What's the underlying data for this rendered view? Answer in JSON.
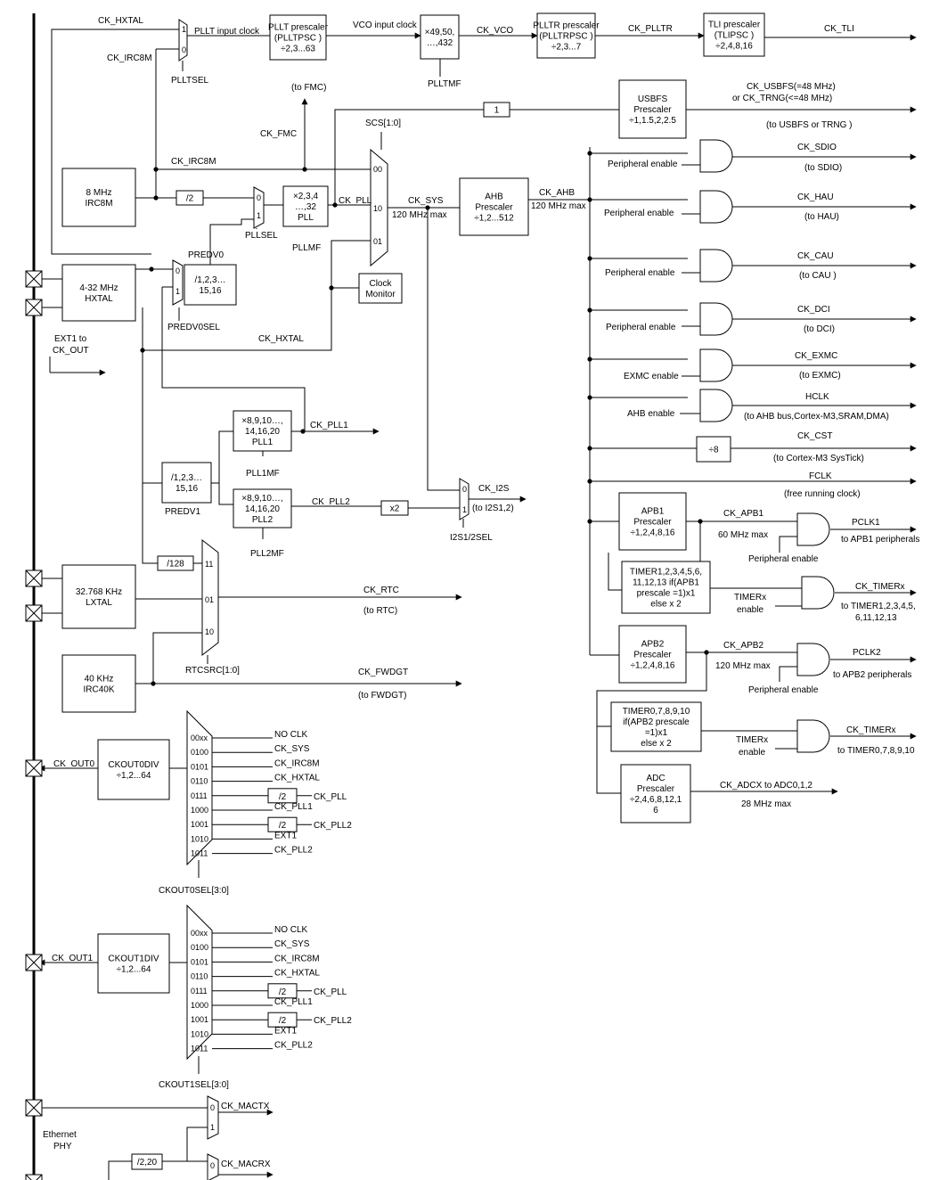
{
  "signals": {
    "ck_hxtal_top": "CK_HXTAL",
    "ck_irc8m_a": "CK_IRC8M",
    "pllt_input": "PLLT input clock",
    "vco_input": "VCO input clock",
    "ck_vco": "CK_VCO",
    "ck_plltr": "CK_PLLTR",
    "ck_tli": "CK_TLI",
    "plltsel": "PLLTSEL",
    "plltmf": "PLLTMF",
    "to_fmc": "(to FMC)",
    "ck_fmc": "CK_FMC",
    "ck_irc8m_b": "CK_IRC8M",
    "scs": "SCS[1:0]",
    "ck_pll": "CK_PLL",
    "ck_sys": "CK_SYS",
    "sys_max": "120 MHz max",
    "ck_ahb": "CK_AHB",
    "ahb_max": "120 MHz max",
    "pllsel": "PLLSEL",
    "pllmf": "PLLMF",
    "predv0": "PREDV0",
    "predv0sel": "PREDV0SEL",
    "ext1_a": "EXT1 to",
    "ext1_b": "CK_OUT",
    "ck_hxtal_b": "CK_HXTAL",
    "ck_pll1": "CK_PLL1",
    "pll1mf": "PLL1MF",
    "predv1": "PREDV1",
    "ck_pll2": "CK_PLL2",
    "pll2mf": "PLL2MF",
    "ck_i2s": "CK_I2S",
    "to_i2s": "(to I2S1,2)",
    "i2ssel": "I2S1/2SEL",
    "ck_rtc": "CK_RTC",
    "to_rtc": "(to RTC)",
    "rtcsrc": "RTCSRC[1:0]",
    "ck_fwdgt": "CK_FWDGT",
    "to_fwdgt": "(to FWDGT)",
    "ck_out0": "CK_OUT0",
    "ckout0sel": "CKOUT0SEL[3:0]",
    "ck_out1": "CK_OUT1",
    "ckout1sel": "CKOUT1SEL[3:0]",
    "ck_mactx": "CK_MACTX",
    "ck_macrx": "CK_MACRX",
    "eth_a": "Ethernet",
    "eth_b": "PHY",
    "usbfs_out_a": "CK_USBFS(=48 MHz)",
    "usbfs_out_b": "or CK_TRNG(<=48 MHz)",
    "to_usbfs": "(to USBFS or TRNG )",
    "ck_sdio": "CK_SDIO",
    "to_sdio": "(to SDIO)",
    "ck_hau": "CK_HAU",
    "to_hau": "(to HAU)",
    "ck_cau": "CK_CAU",
    "to_cau": "(to CAU )",
    "ck_dci": "CK_DCI",
    "to_dci": "(to DCI)",
    "ck_exmc": "CK_EXMC",
    "to_exmc": "(to EXMC)",
    "hclk": "HCLK",
    "to_ahb": "(to AHB bus,Cortex-M3,SRAM,DMA)",
    "ck_cst": "CK_CST",
    "to_cortex": "(to Cortex-M3 SysTick)",
    "fclk": "FCLK",
    "free_run": "(free running clock)",
    "pe_sdio": "Peripheral enable",
    "pe_hau": "Peripheral enable",
    "pe_cau": "Peripheral enable",
    "pe_dci": "Peripheral enable",
    "exmc_en": "EXMC enable",
    "ahb_en": "AHB enable",
    "ck_apb1": "CK_APB1",
    "apb1_max": "60 MHz max",
    "pclk1": "PCLK1",
    "to_apb1": "to APB1 peripherals",
    "pe_apb1": "Peripheral enable",
    "timerx_en1a": "TIMERx",
    "timerx_en1b": "enable",
    "ck_timerx1": "CK_TIMERx",
    "to_timer1a": "to TIMER1,2,3,4,5,",
    "to_timer1b": "6,11,12,13",
    "ck_apb2": "CK_APB2",
    "apb2_max": "120 MHz max",
    "pclk2": "PCLK2",
    "to_apb2": "to APB2 peripherals",
    "pe_apb2": "Peripheral enable",
    "timerx_en2a": "TIMERx",
    "timerx_en2b": "enable",
    "ck_timerx2": "CK_TIMERx",
    "to_timer2": "to TIMER0,7,8,9,10",
    "ck_adcx": "CK_ADCX to ADC0,1,2",
    "adc_max": "28 MHz max"
  },
  "blocks": {
    "pllt_psc": [
      "PLLT prescaler",
      "(PLLTPSC )",
      "÷2,3...63"
    ],
    "plltmf_box": [
      "×49,50,",
      "…,432"
    ],
    "plltr_psc": [
      "PLLTR prescaler",
      "(PLLTRPSC )",
      "÷2,3...7"
    ],
    "tli_psc": [
      "TLI prescaler",
      "(TLIPSC )",
      "÷2,4,8,16"
    ],
    "usbfs_psc": [
      "USBFS",
      "Prescaler",
      "÷1,1.5,2,2.5"
    ],
    "one": "1",
    "irc8m": [
      "8 MHz",
      "IRC8M"
    ],
    "div2": "/2",
    "pll": [
      "×2,3,4",
      "…,32",
      "PLL"
    ],
    "ahb_psc": [
      "AHB",
      "Prescaler",
      "÷1,2...512"
    ],
    "hxtal": [
      "4-32 MHz",
      "HXTAL"
    ],
    "predv0_box": [
      "/1,2,3…",
      "15,16"
    ],
    "clock_monitor": [
      "Clock",
      "Monitor"
    ],
    "pll1": [
      "×8,9,10…,",
      "14,16,20",
      "PLL1"
    ],
    "predv1_box": [
      "/1,2,3…",
      "15,16"
    ],
    "pll2": [
      "×8,9,10…,",
      "14,16,20",
      "PLL2"
    ],
    "x2": "x2",
    "div128": "/128",
    "lxtal": [
      "32.768 KHz",
      "LXTAL"
    ],
    "irc40k": [
      "40 KHz",
      "IRC40K"
    ],
    "div8": "÷8",
    "apb1_psc": [
      "APB1",
      "Prescaler",
      "÷1,2,4,8,16"
    ],
    "timer1_box": [
      "TIMER1,2,3,4,5,6,",
      "11,12,13 if(APB1",
      "prescale =1)x1",
      "else x 2"
    ],
    "apb2_psc": [
      "APB2",
      "Prescaler",
      "÷1,2,4,8,16"
    ],
    "timer0_box": [
      "TIMER0,7,8,9,10",
      "if(APB2 prescale",
      "=1)x1",
      "else x 2"
    ],
    "adc_psc": [
      "ADC",
      "Prescaler",
      "÷2,4,6,8,12,1",
      "6"
    ],
    "ckout0div": [
      "CKOUT0DIV",
      "÷1,2...64"
    ],
    "ckout1div": [
      "CKOUT1DIV",
      "÷1,2...64"
    ],
    "div220": "/2,20"
  },
  "mux_codes": {
    "pllt_sel": [
      "1",
      "0"
    ],
    "scs": [
      "00",
      "10",
      "01"
    ],
    "pllsel": [
      "0",
      "1"
    ],
    "predv0sel": [
      "0",
      "1"
    ],
    "i2ssel": [
      "0",
      "1"
    ],
    "rtcsrc": [
      "11",
      "01",
      "10"
    ],
    "mac": [
      "0",
      "1"
    ]
  },
  "ckout_rows": [
    {
      "code": "00xx",
      "label": "NO CLK",
      "div": false
    },
    {
      "code": "0100",
      "label": "CK_SYS",
      "div": false
    },
    {
      "code": "0101",
      "label": "CK_IRC8M",
      "div": false
    },
    {
      "code": "0110",
      "label": "CK_HXTAL",
      "div": false
    },
    {
      "code": "0111",
      "label": "CK_PLL",
      "div": true
    },
    {
      "code": "1000",
      "label": "CK_PLL1",
      "div": false
    },
    {
      "code": "1001",
      "label": "CK_PLL2",
      "div": true
    },
    {
      "code": "1010",
      "label": "EXT1",
      "div": false
    },
    {
      "code": "1011",
      "label": "CK_PLL2",
      "div": false
    }
  ],
  "ckout_div_label": "/2"
}
